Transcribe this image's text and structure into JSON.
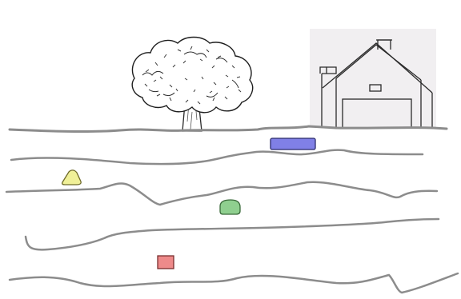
{
  "scene": {
    "background": "#ffffff",
    "line_color": "#8c8c8c",
    "house_panel_color": "#f1eff1",
    "tree": {
      "icon": "tree-icon"
    },
    "house": {
      "icon": "house-icon"
    },
    "layers": [
      {
        "name": "ground-surface"
      },
      {
        "name": "layer-1"
      },
      {
        "name": "layer-2"
      },
      {
        "name": "layer-3"
      },
      {
        "name": "layer-4"
      }
    ],
    "markers": [
      {
        "name": "blue-marker",
        "shape": "rounded-rect",
        "fill": "#8080e6",
        "stroke": "#2b2b6b"
      },
      {
        "name": "yellow-marker",
        "shape": "triangle",
        "fill": "#f0f098",
        "stroke": "#6e6a2a"
      },
      {
        "name": "green-marker",
        "shape": "rounded-rect",
        "fill": "#8fcf8f",
        "stroke": "#3a6a3a"
      },
      {
        "name": "red-marker",
        "shape": "rect",
        "fill": "#ee8a8a",
        "stroke": "#7a2e2e"
      }
    ]
  }
}
